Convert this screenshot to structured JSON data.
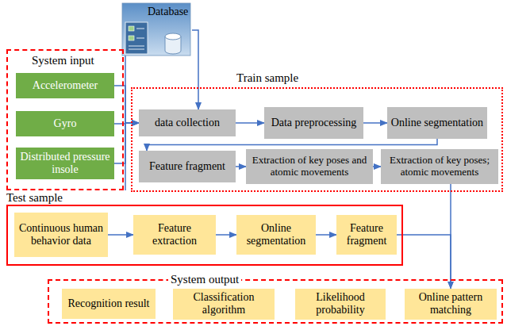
{
  "diagram": {
    "nodes": [
      {
        "text": [
          "Database"
        ]
      },
      {
        "text": [
          "System input"
        ]
      },
      {
        "text": [
          "Accelerometer"
        ],
        "in": 1
      },
      {
        "text": [
          "Gyro"
        ],
        "in": 1
      },
      {
        "text": [
          "Distributed pressure insole"
        ],
        "in": 1
      },
      {
        "text": [
          "Train sample"
        ]
      },
      {
        "text": [
          "data collection"
        ],
        "in": 5
      },
      {
        "text": [
          "Data preprocessing"
        ],
        "in": 5
      },
      {
        "text": [
          "Online segmentation"
        ],
        "in": 5
      },
      {
        "text": [
          "Feature fragment"
        ],
        "in": 5
      },
      {
        "text": [
          "Extraction of key poses and atomic movements"
        ],
        "in": 5
      },
      {
        "text": [
          "Extraction of key poses; atomic movements"
        ],
        "in": 5
      },
      {
        "text": [
          "Test sample"
        ]
      },
      {
        "text": [
          "Continuous human behavior data"
        ],
        "in": 12
      },
      {
        "text": [
          "Feature extraction"
        ],
        "in": 12
      },
      {
        "text": [
          "Online segmentation"
        ],
        "in": 12
      },
      {
        "text": [
          "Feature fragment"
        ],
        "in": 12
      },
      {
        "text": [
          "System output"
        ]
      },
      {
        "text": [
          "Recognition result"
        ],
        "in": 17
      },
      {
        "text": [
          "Classification algorithm"
        ],
        "in": 17
      },
      {
        "text": [
          "Likelihood probability"
        ],
        "in": 17
      },
      {
        "text": [
          "Online pattern matching"
        ],
        "in": 17
      }
    ],
    "edges": [
      {
        "from": 2,
        "to": 6,
        "arrow": "to"
      },
      {
        "from": 3,
        "to": 6,
        "arrow": "to"
      },
      {
        "from": 4,
        "to": 6,
        "arrow": "to"
      },
      {
        "from": 0,
        "to": 6,
        "arrow": "to"
      },
      {
        "from": 6,
        "to": 7,
        "arrow": "to"
      },
      {
        "from": 7,
        "to": 8,
        "arrow": "to"
      },
      {
        "from": 8,
        "to": 9,
        "arrow": "to"
      },
      {
        "from": 9,
        "to": 10,
        "arrow": "to"
      },
      {
        "from": 10,
        "to": 11,
        "arrow": "to"
      },
      {
        "from": 11,
        "to": 21,
        "arrow": "to"
      },
      {
        "from": 13,
        "to": 14,
        "arrow": "to"
      },
      {
        "from": 14,
        "to": 15,
        "arrow": "to"
      },
      {
        "from": 15,
        "to": 16,
        "arrow": "to"
      },
      {
        "from": 16,
        "to": 21,
        "arrow": "to"
      }
    ]
  }
}
